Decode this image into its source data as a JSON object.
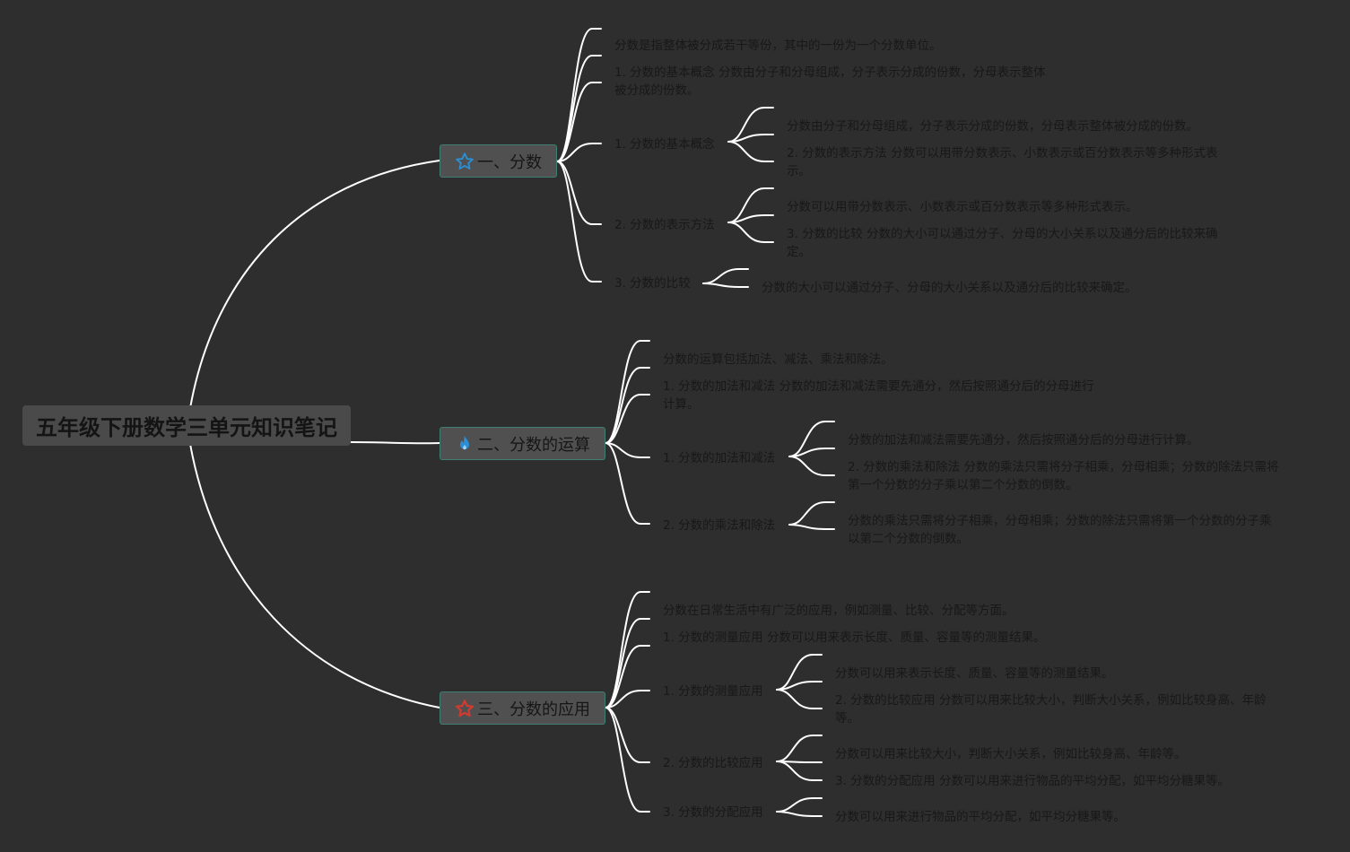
{
  "root": {
    "title": "五年级下册数学三单元知识笔记"
  },
  "topics": [
    {
      "label": "一、分数",
      "icon": "star-outline-icon",
      "icon_color": "#2a8fd6",
      "items": [
        {
          "lines": [
            "分数是指整体被分成若干等份，其中的一份为一个分数单位。"
          ]
        },
        {
          "lines": [
            "1. 分数的基本概念 分数由分子和分母组成，分子表示分成的份数，分母表示整体",
            "被分成的份数。"
          ]
        },
        {
          "lines": [
            "1. 分数的基本概念"
          ],
          "children": [
            {
              "lines": [
                "分数由分子和分母组成，分子表示分成的份数，分母表示整体被分成的份数。"
              ]
            },
            {
              "lines": [
                "2. 分数的表示方法 分数可以用带分数表示、小数表示或百分数表示等多种形式表",
                "示。"
              ]
            }
          ]
        },
        {
          "lines": [
            "2. 分数的表示方法"
          ],
          "children": [
            {
              "lines": [
                "分数可以用带分数表示、小数表示或百分数表示等多种形式表示。"
              ]
            },
            {
              "lines": [
                "3. 分数的比较 分数的大小可以通过分子、分母的大小关系以及通分后的比较来确",
                "定。"
              ]
            }
          ]
        },
        {
          "lines": [
            "3. 分数的比较"
          ],
          "children": [
            {
              "lines": [
                "分数的大小可以通过分子、分母的大小关系以及通分后的比较来确定。"
              ]
            }
          ]
        }
      ]
    },
    {
      "label": "二、分数的运算",
      "icon": "fire-icon",
      "icon_color": "#2a8fd6",
      "items": [
        {
          "lines": [
            "分数的运算包括加法、减法、乘法和除法。"
          ]
        },
        {
          "lines": [
            "1. 分数的加法和减法 分数的加法和减法需要先通分，然后按照通分后的分母进行",
            "计算。"
          ]
        },
        {
          "lines": [
            "1. 分数的加法和减法"
          ],
          "children": [
            {
              "lines": [
                "分数的加法和减法需要先通分，然后按照通分后的分母进行计算。"
              ]
            },
            {
              "lines": [
                "2. 分数的乘法和除法 分数的乘法只需将分子相乘，分母相乘；分数的除法只需将",
                "第一个分数的分子乘以第二个分数的倒数。"
              ]
            }
          ]
        },
        {
          "lines": [
            "2. 分数的乘法和除法"
          ],
          "children": [
            {
              "lines": [
                "分数的乘法只需将分子相乘，分母相乘；分数的除法只需将第一个分数的分子乘",
                "以第二个分数的倒数。"
              ]
            }
          ]
        }
      ]
    },
    {
      "label": "三、分数的应用",
      "icon": "star-outline-icon",
      "icon_color": "#d43a2f",
      "items": [
        {
          "lines": [
            "分数在日常生活中有广泛的应用，例如测量、比较、分配等方面。"
          ]
        },
        {
          "lines": [
            "1. 分数的测量应用 分数可以用来表示长度、质量、容量等的测量结果。"
          ]
        },
        {
          "lines": [
            "1. 分数的测量应用"
          ],
          "children": [
            {
              "lines": [
                "分数可以用来表示长度、质量、容量等的测量结果。"
              ]
            },
            {
              "lines": [
                "2. 分数的比较应用 分数可以用来比较大小，判断大小关系，例如比较身高、年龄",
                "等。"
              ]
            }
          ]
        },
        {
          "lines": [
            "2. 分数的比较应用"
          ],
          "children": [
            {
              "lines": [
                "分数可以用来比较大小，判断大小关系，例如比较身高、年龄等。"
              ]
            },
            {
              "lines": [
                "3. 分数的分配应用 分数可以用来进行物品的平均分配，如平均分糖果等。"
              ]
            }
          ]
        },
        {
          "lines": [
            "3. 分数的分配应用"
          ],
          "children": [
            {
              "lines": [
                "分数可以用来进行物品的平均分配，如平均分糖果等。"
              ]
            }
          ]
        }
      ]
    }
  ]
}
